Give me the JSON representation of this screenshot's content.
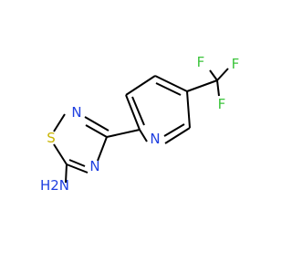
{
  "molecule": {
    "atoms": {
      "S": {
        "label": "S",
        "color": "#c8b400"
      },
      "N_thiadiazole_top": {
        "label": "N",
        "color": "#1f3fe0"
      },
      "N_thiadiazole_bottom": {
        "label": "N",
        "color": "#1f3fe0"
      },
      "N_pyridine": {
        "label": "N",
        "color": "#1f3fe0"
      },
      "NH2": {
        "label": "H2N",
        "color": "#1f3fe0"
      },
      "F_top": {
        "label": "F",
        "color": "#3cc43c"
      },
      "F_left": {
        "label": "F",
        "color": "#3cc43c"
      },
      "F_right": {
        "label": "F",
        "color": "#3cc43c"
      }
    },
    "bond_color": "#000000"
  }
}
